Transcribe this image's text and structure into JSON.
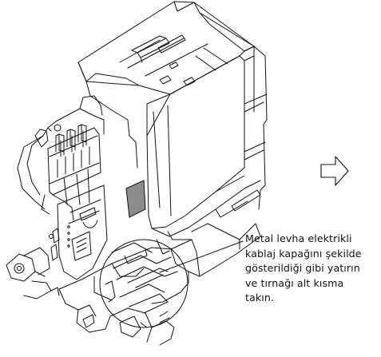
{
  "callout": {
    "lines": [
      "Metal levha elektrikli",
      "kablaj kapağını şekilde",
      "gösterildiği gibi yatırın",
      "ve tırnağı alt kısma",
      "takın."
    ]
  },
  "icons": {
    "next_step": "outline-right-arrow-icon",
    "detail": "circular-detail-magnifier-icon"
  },
  "colors": {
    "line": "#111111",
    "tab_fill": "#8c8c8c",
    "background": "#ffffff"
  }
}
